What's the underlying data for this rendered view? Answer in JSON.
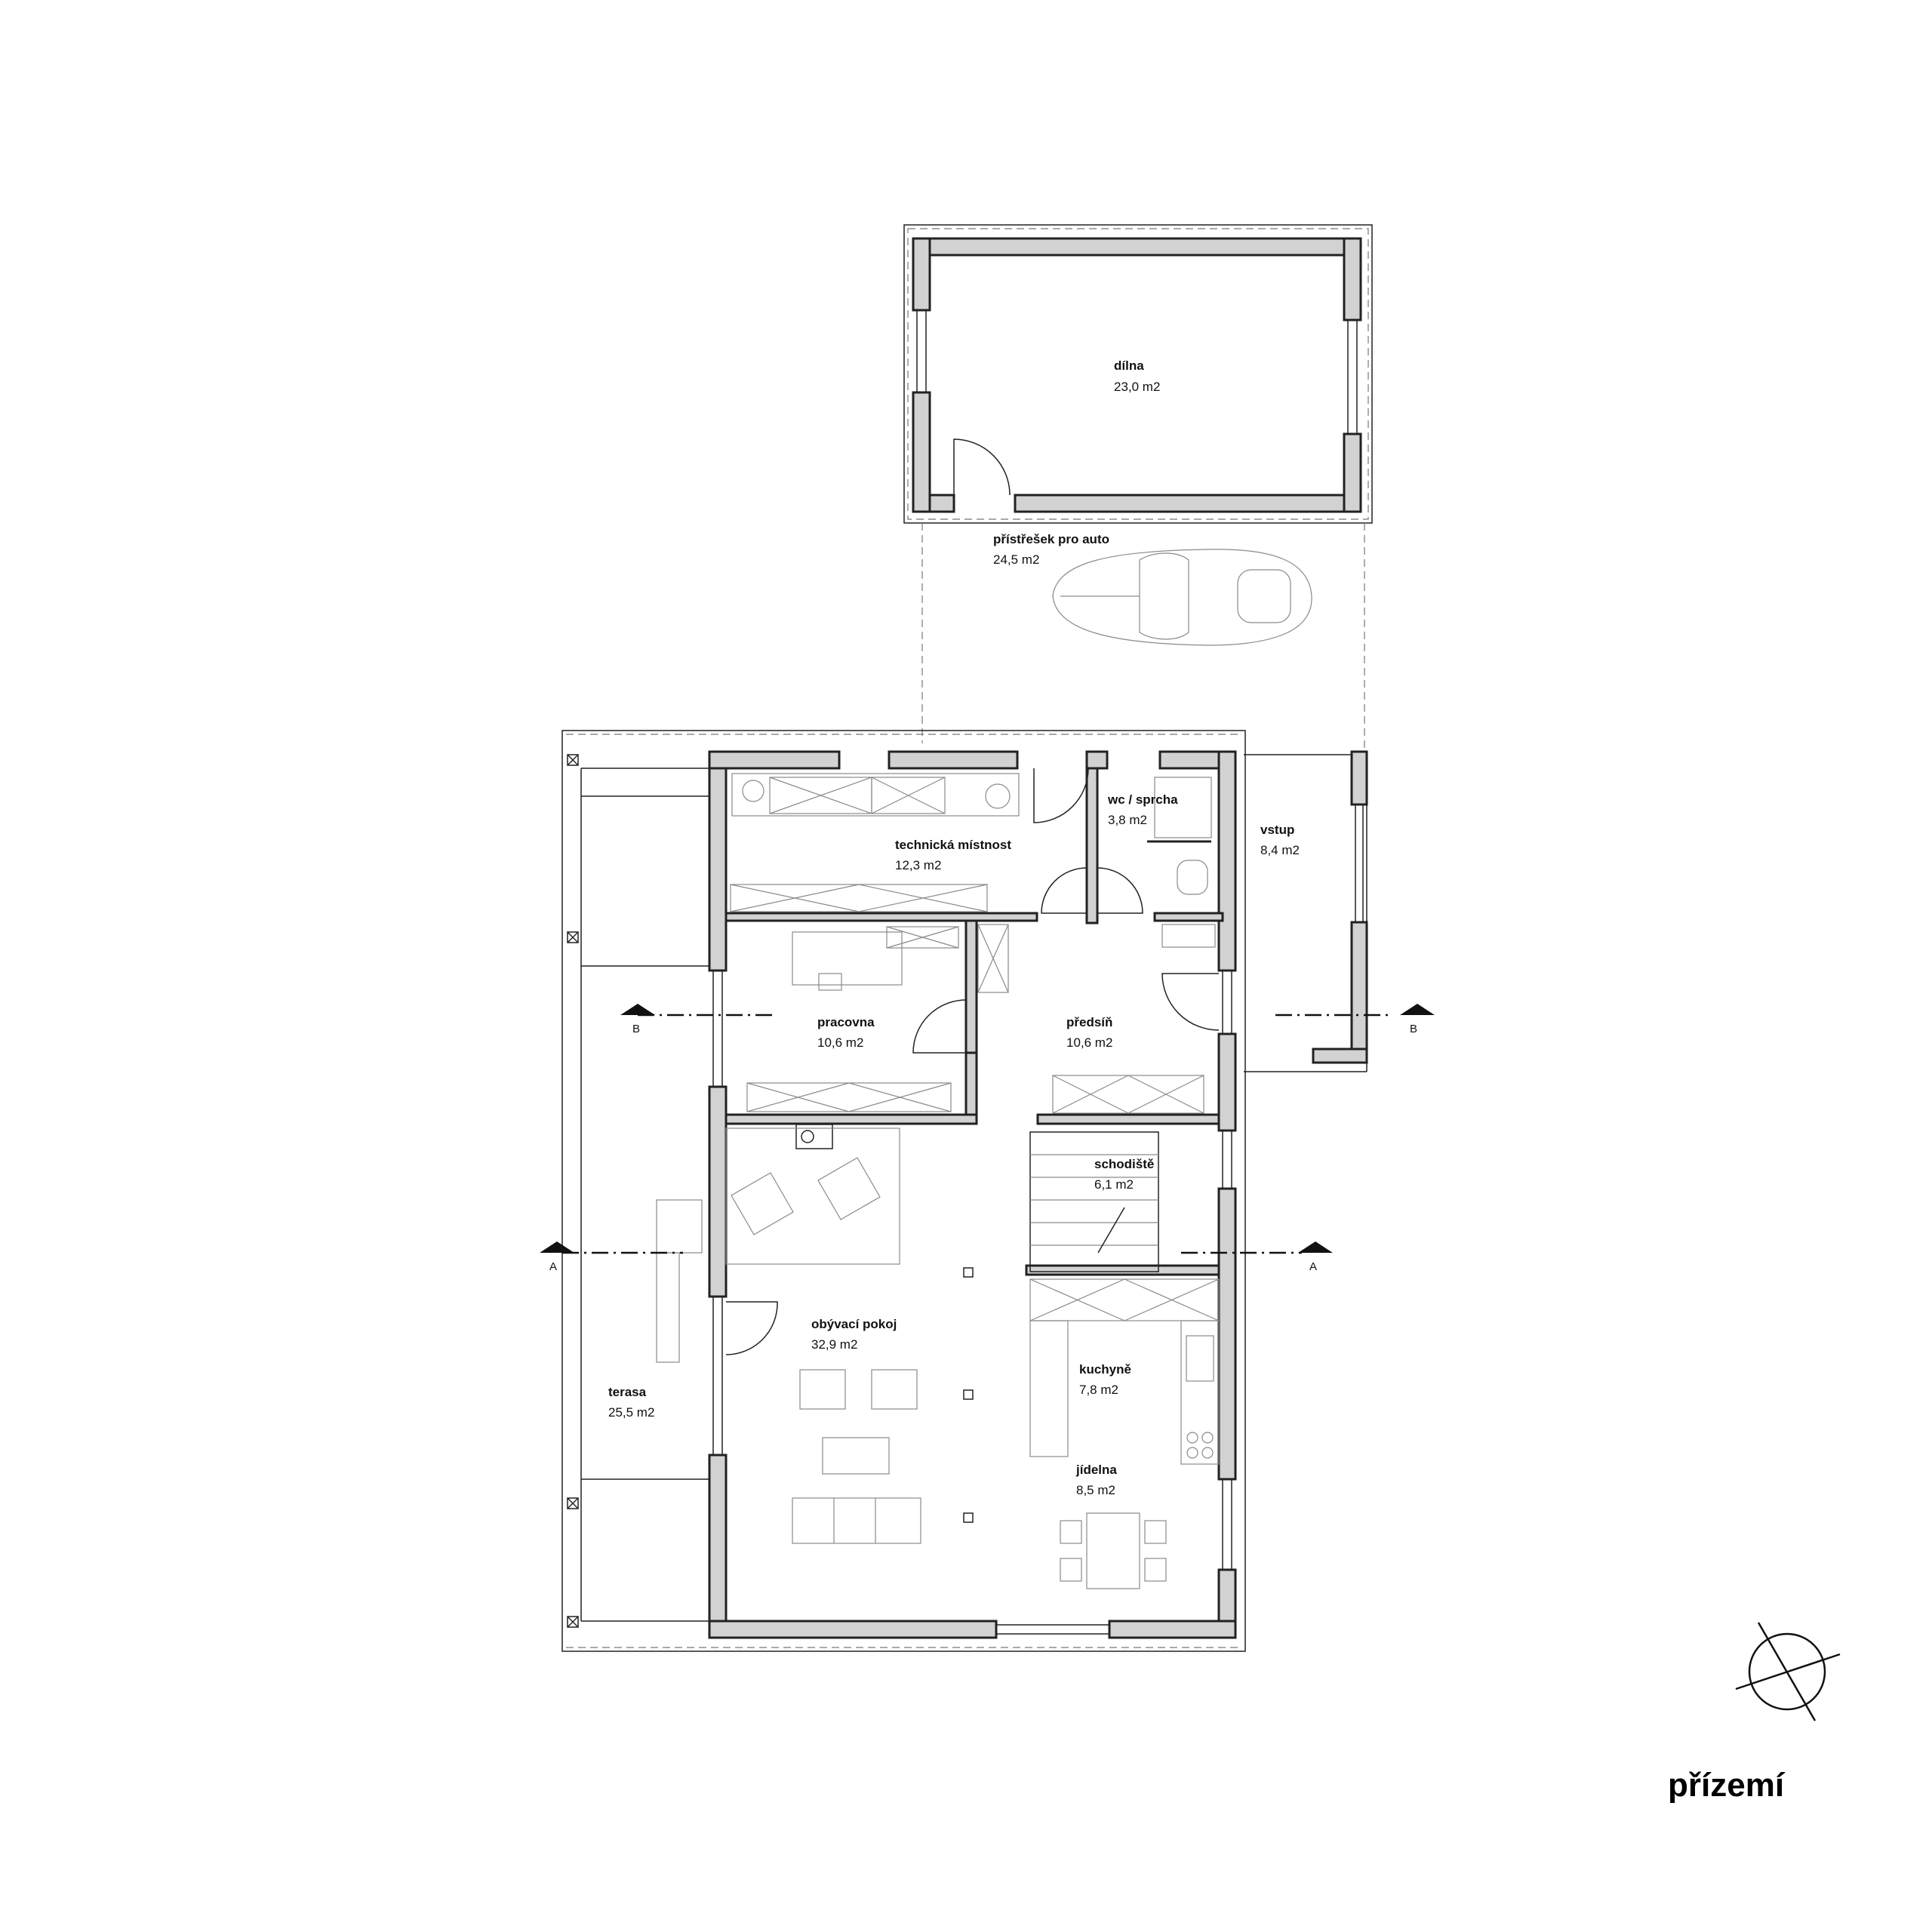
{
  "plan": {
    "floor_title": "přízemí",
    "rooms": {
      "dilna": {
        "name": "dílna",
        "area": "23,0 m2"
      },
      "pristresek": {
        "name": "přístřešek pro auto",
        "area": "24,5 m2"
      },
      "technicka": {
        "name": "technická místnost",
        "area": "12,3 m2"
      },
      "wc": {
        "name": "wc / sprcha",
        "area": "3,8 m2"
      },
      "vstup": {
        "name": "vstup",
        "area": "8,4 m2"
      },
      "pracovna": {
        "name": "pracovna",
        "area": "10,6 m2"
      },
      "predsin": {
        "name": "předsíň",
        "area": "10,6 m2"
      },
      "schodiste": {
        "name": "schodiště",
        "area": "6,1 m2"
      },
      "obyvaci": {
        "name": "obývací pokoj",
        "area": "32,9 m2"
      },
      "kuchyne": {
        "name": "kuchyně",
        "area": "7,8 m2"
      },
      "jidelna": {
        "name": "jídelna",
        "area": "8,5 m2"
      },
      "terasa": {
        "name": "terasa",
        "area": "25,5 m2"
      }
    },
    "section_labels": {
      "a": "A",
      "b": "B"
    }
  }
}
